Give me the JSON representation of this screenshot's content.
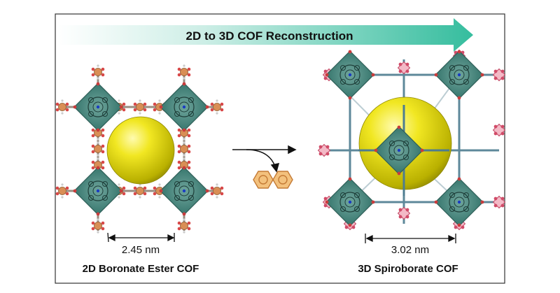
{
  "banner": {
    "text": "2D to 3D COF Reconstruction",
    "color_start": "#ffffff",
    "color_end": "#3bbfa1"
  },
  "left_panel": {
    "dimension": "2.45 nm",
    "caption": "2D Boronate Ester COF",
    "pore_sphere_color": "#e8df00",
    "framework_color": "#3d7d75",
    "linker_atom_color": "#d98e55"
  },
  "right_panel": {
    "dimension": "3.02 nm",
    "caption": "3D Spiroborate COF",
    "pore_sphere_color": "#e8df00",
    "framework_color": "#3d7d75",
    "boron_oxygen_color": "#d14b68"
  },
  "reaction": {
    "reagent_icon": "biphenyl-structure-icon",
    "reagent_color": "#d9904a"
  },
  "colors": {
    "border": "#333333",
    "text": "#111111"
  }
}
